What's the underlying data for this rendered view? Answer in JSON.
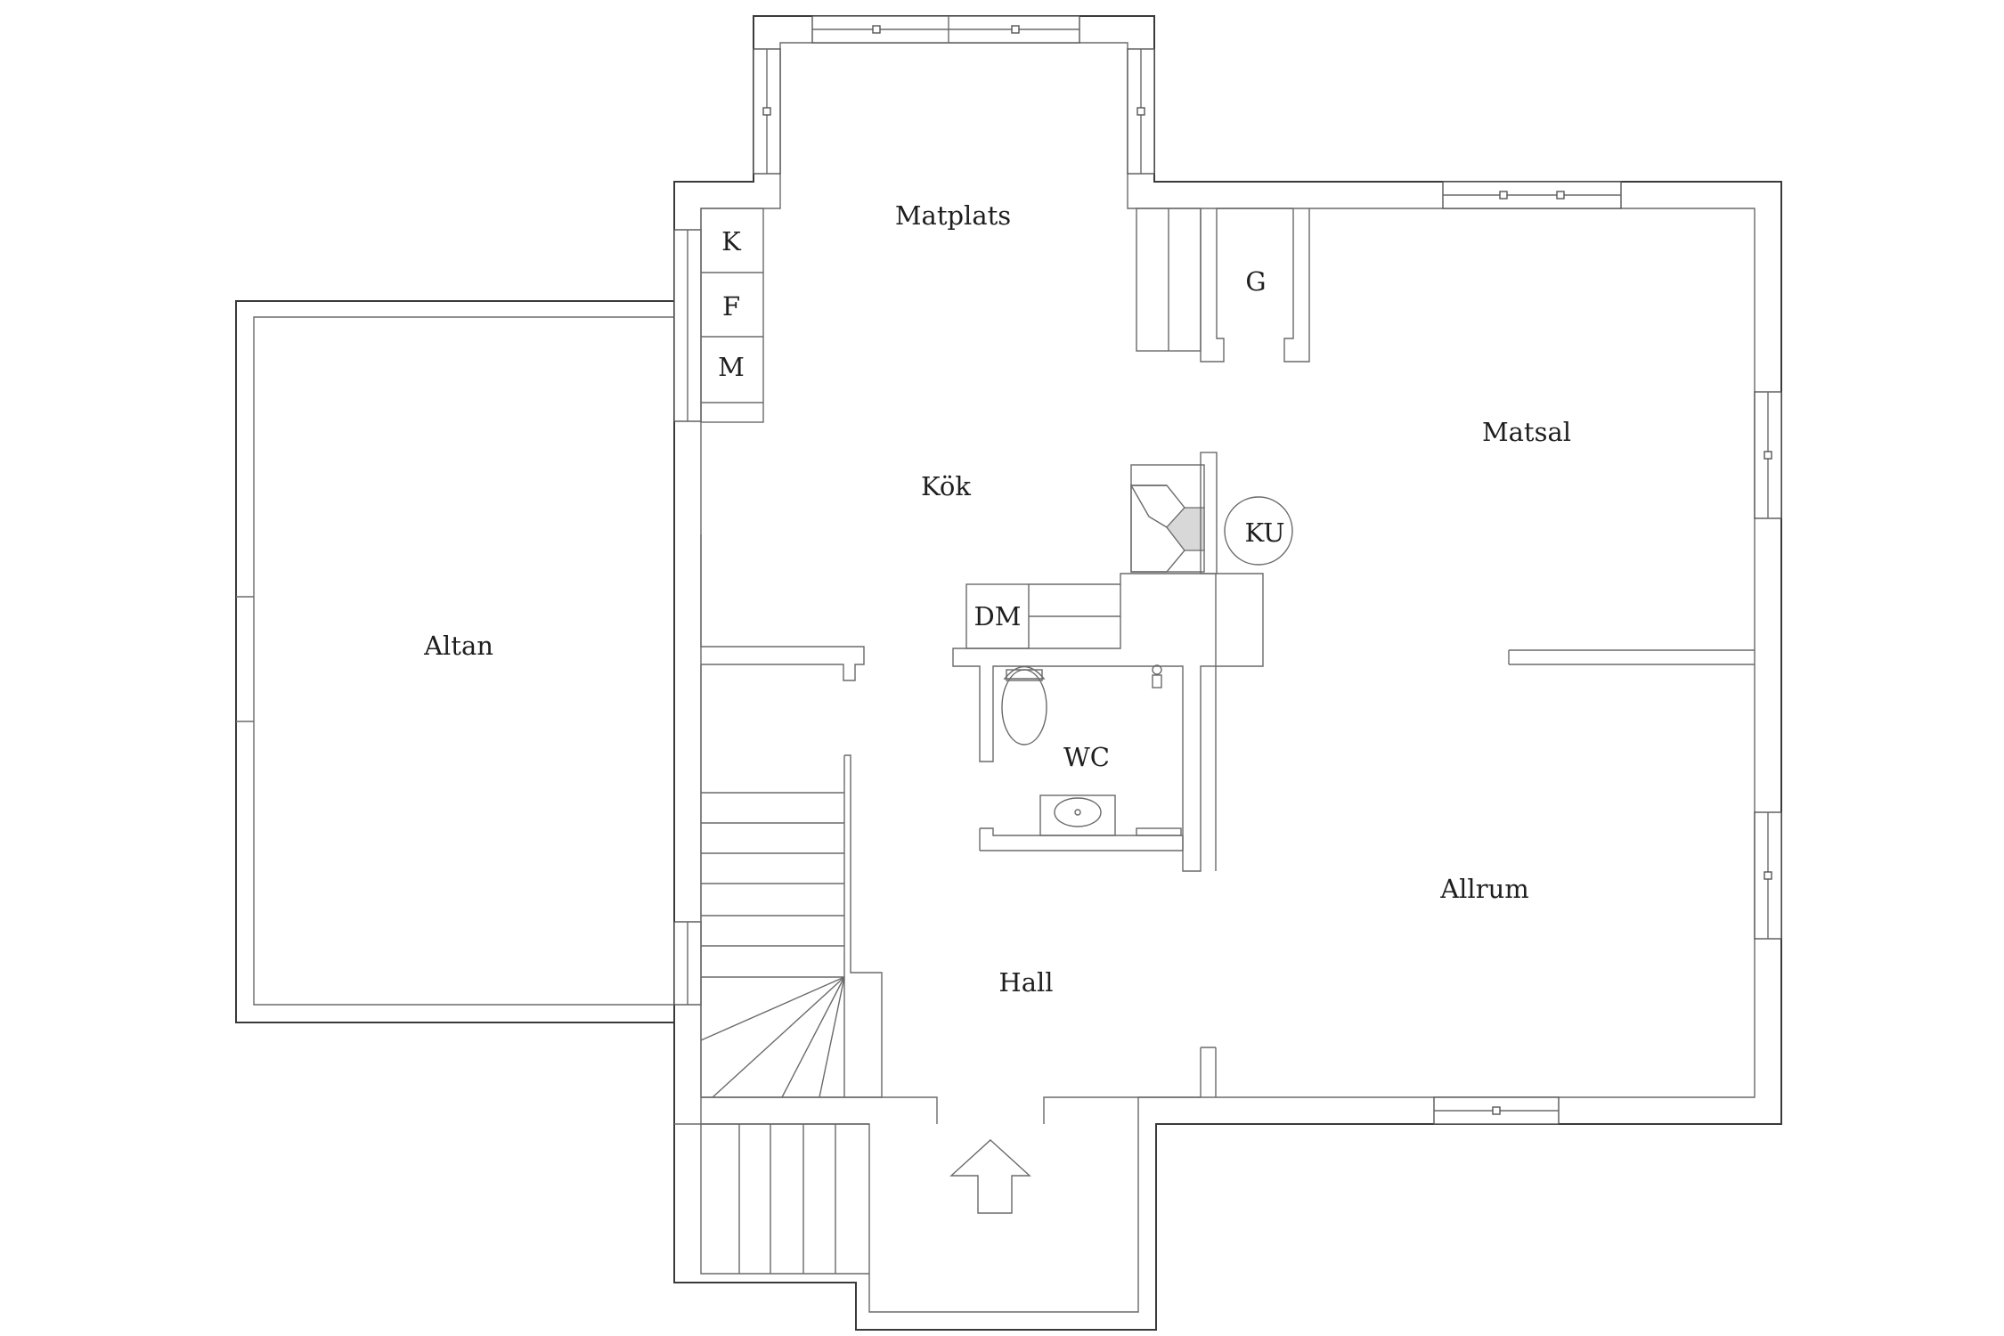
{
  "rooms": {
    "matplats": "Matplats",
    "kok": "Kök",
    "matsal": "Matsal",
    "altan": "Altan",
    "hall": "Hall",
    "allrum": "Allrum",
    "wc": "WC"
  },
  "fixtures": {
    "k": "K",
    "f": "F",
    "m": "M",
    "g": "G",
    "dm": "DM",
    "ku": "KU"
  },
  "colors": {
    "wall": "#3a3a3a",
    "line": "#6a6a6a",
    "background": "#ffffff",
    "text": "#1e1e1e",
    "shade": "#d8d8d8"
  }
}
